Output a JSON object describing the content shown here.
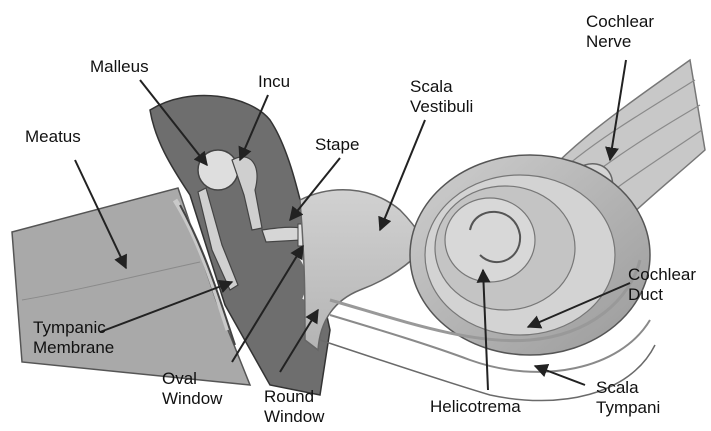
{
  "labels": {
    "cochlear_nerve": [
      "Cochlear",
      "Nerve"
    ],
    "malleus": "Malleus",
    "incu": "Incu",
    "scala_vestibuli": [
      "Scala",
      "Vestibuli"
    ],
    "meatus": "Meatus",
    "stape": "Stape",
    "cochlear_duct": [
      "Cochlear",
      "Duct"
    ],
    "tympanic_membrane": [
      "Tympanic",
      "Membrane"
    ],
    "oval_window": [
      "Oval",
      "Window"
    ],
    "round_window": [
      "Round",
      "Window"
    ],
    "helicotrema": "Helicotrema",
    "scala_tympani": [
      "Scala",
      "Tympani"
    ]
  }
}
